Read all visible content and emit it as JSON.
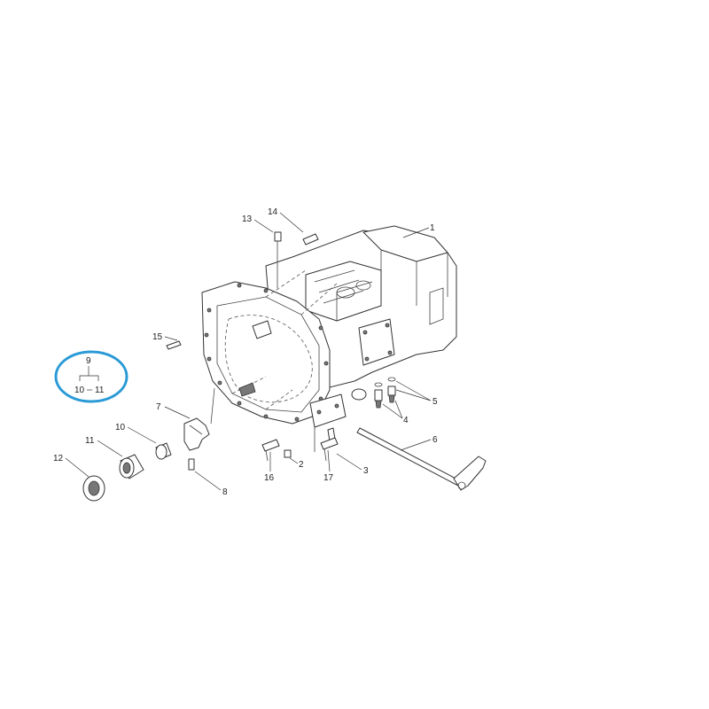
{
  "highlight": {
    "top_label": "9",
    "bottom_left_label": "10",
    "bottom_right_label": "11",
    "circle_color": "#2a9ad6"
  },
  "callouts": [
    "1",
    "2",
    "3",
    "4",
    "5",
    "6",
    "7",
    "8",
    "10",
    "11",
    "12",
    "13",
    "14",
    "15",
    "16",
    "17"
  ]
}
